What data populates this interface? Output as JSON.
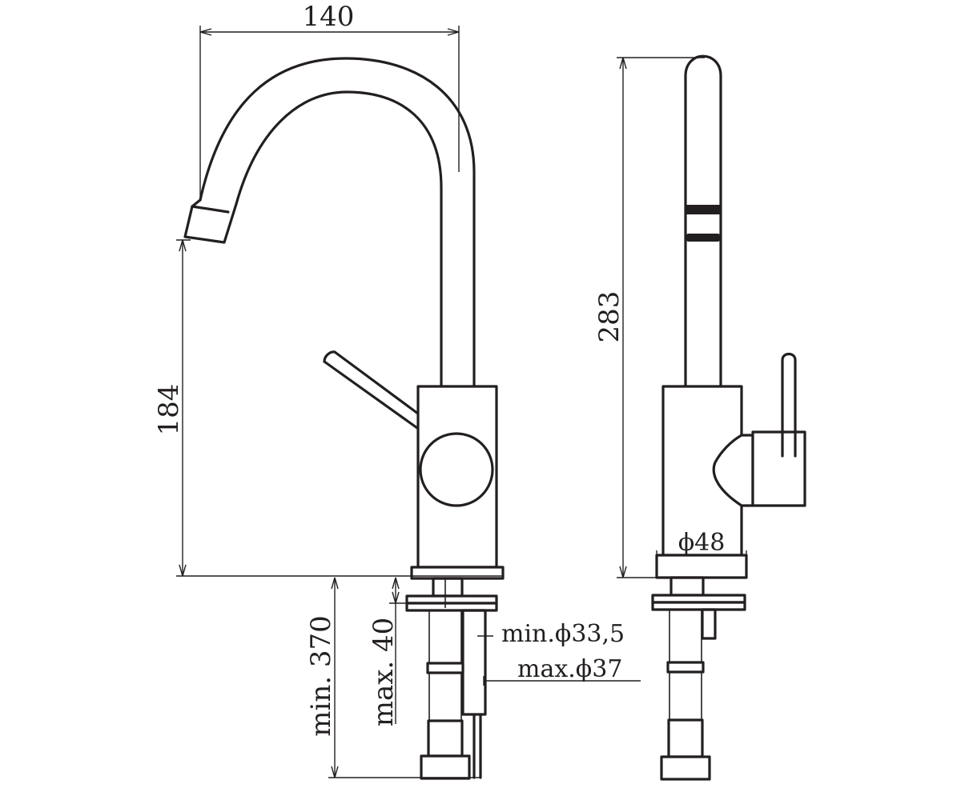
{
  "dimensions": {
    "spout_reach": "140",
    "spout_height": "184",
    "overall_height": "283",
    "base_diameter": "ϕ48",
    "min_length": "min. 370",
    "max_thickness": "max. 40",
    "min_hole": "min.ϕ33,5",
    "max_hole": "max.ϕ37"
  },
  "colors": {
    "line": "#231f20",
    "background": "#ffffff"
  }
}
